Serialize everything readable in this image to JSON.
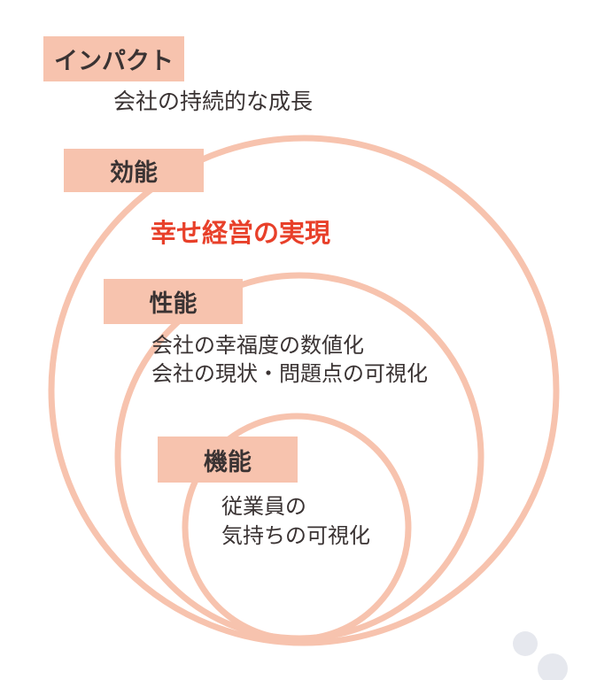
{
  "colors": {
    "ring": "#f7c3ae",
    "label_bg": "#f7c3ae",
    "accent": "#e8402a",
    "text": "#3a3333",
    "watermark": "#e6e8ee"
  },
  "impact": {
    "label": "インパクト",
    "description": "会社の持続的な成長"
  },
  "efficacy": {
    "label": "効能",
    "headline": "幸せ経営の実現"
  },
  "performance": {
    "label": "性能",
    "line1": "会社の幸福度の数値化",
    "line2": "会社の現状・問題点の可視化"
  },
  "function": {
    "label": "機能",
    "line1": "従業員の",
    "line2": "気持ちの可視化"
  }
}
